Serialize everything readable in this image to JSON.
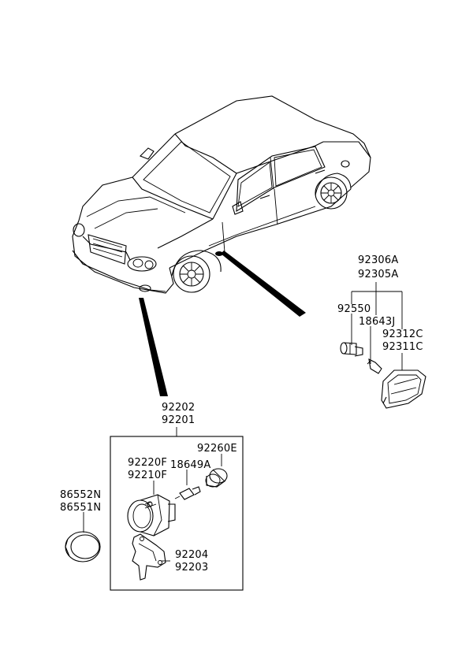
{
  "labels": {
    "fog_lamp_assy_a": "92202",
    "fog_lamp_assy_b": "92201",
    "fog_lamp_housing_a": "92220F",
    "fog_lamp_housing_b": "92210F",
    "fog_bulb": "18649A",
    "fog_socket": "92260E",
    "fog_bracket_a": "92204",
    "fog_bracket_b": "92203",
    "cover_a": "86552N",
    "cover_b": "86551N",
    "side_repeater_a": "92306A",
    "side_repeater_b": "92305A",
    "repeater_socket": "92550",
    "repeater_bulb": "18643J",
    "repeater_lens_a": "92312C",
    "repeater_lens_b": "92311C"
  }
}
